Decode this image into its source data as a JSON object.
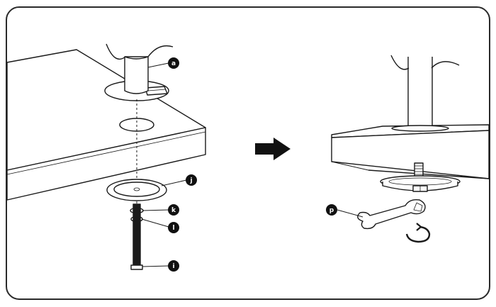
{
  "figure": {
    "step_direction_icon": "arrow-right-icon",
    "rotation_icon": "clockwise-rotate-icon",
    "callouts": [
      {
        "id": "a",
        "label": "a",
        "part": "mount-pole"
      },
      {
        "id": "j",
        "label": "j",
        "part": "clamp-plate"
      },
      {
        "id": "k",
        "label": "k",
        "part": "washer"
      },
      {
        "id": "l",
        "label": "l",
        "part": "washer"
      },
      {
        "id": "i",
        "label": "i",
        "part": "bolt"
      },
      {
        "id": "p",
        "label": "p",
        "part": "wrench"
      }
    ]
  },
  "colors": {
    "outline": "#1a1a1a",
    "border": "#2a2a2a",
    "callout_fill": "#111111",
    "callout_text": "#ffffff",
    "background": "#ffffff"
  }
}
